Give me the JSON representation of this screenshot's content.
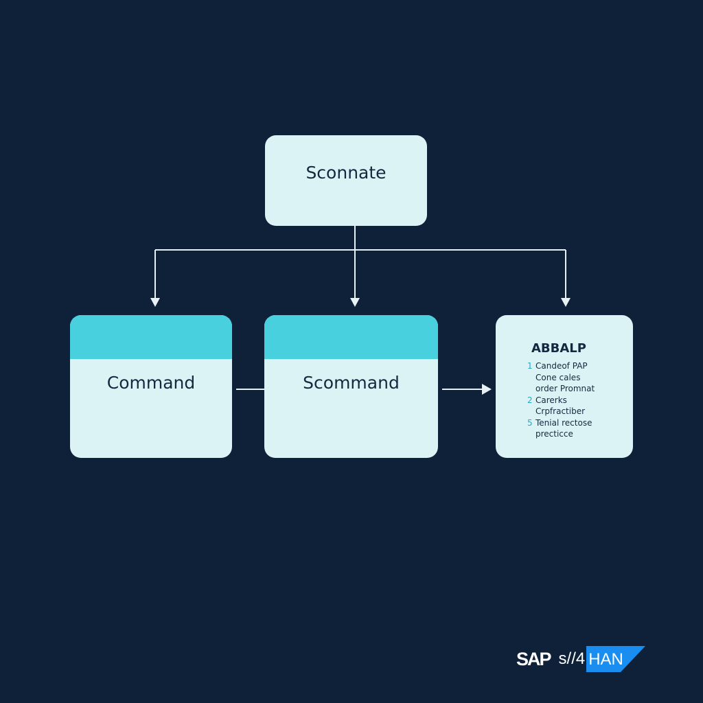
{
  "nodes": {
    "top": {
      "label": "Sconnate"
    },
    "left": {
      "label": "Command"
    },
    "middle": {
      "label": "Scommand"
    },
    "right": {
      "title": "ABBALP",
      "items": [
        {
          "num": "1",
          "lines": [
            "Candeof PAP",
            "Cone cales",
            "order Promnat"
          ]
        },
        {
          "num": "2",
          "lines": [
            "Carerks",
            "Crpfractiber"
          ]
        },
        {
          "num": "5",
          "lines": [
            "Tenial rectose",
            "precticce"
          ]
        }
      ]
    }
  },
  "logo": {
    "sap": "SAP",
    "product": "s//4",
    "han": "HAN"
  },
  "colors": {
    "background": "#0f2139",
    "box": "#dcf3f6",
    "header": "#48d0de",
    "logo_blue": "#1a8ef0"
  }
}
